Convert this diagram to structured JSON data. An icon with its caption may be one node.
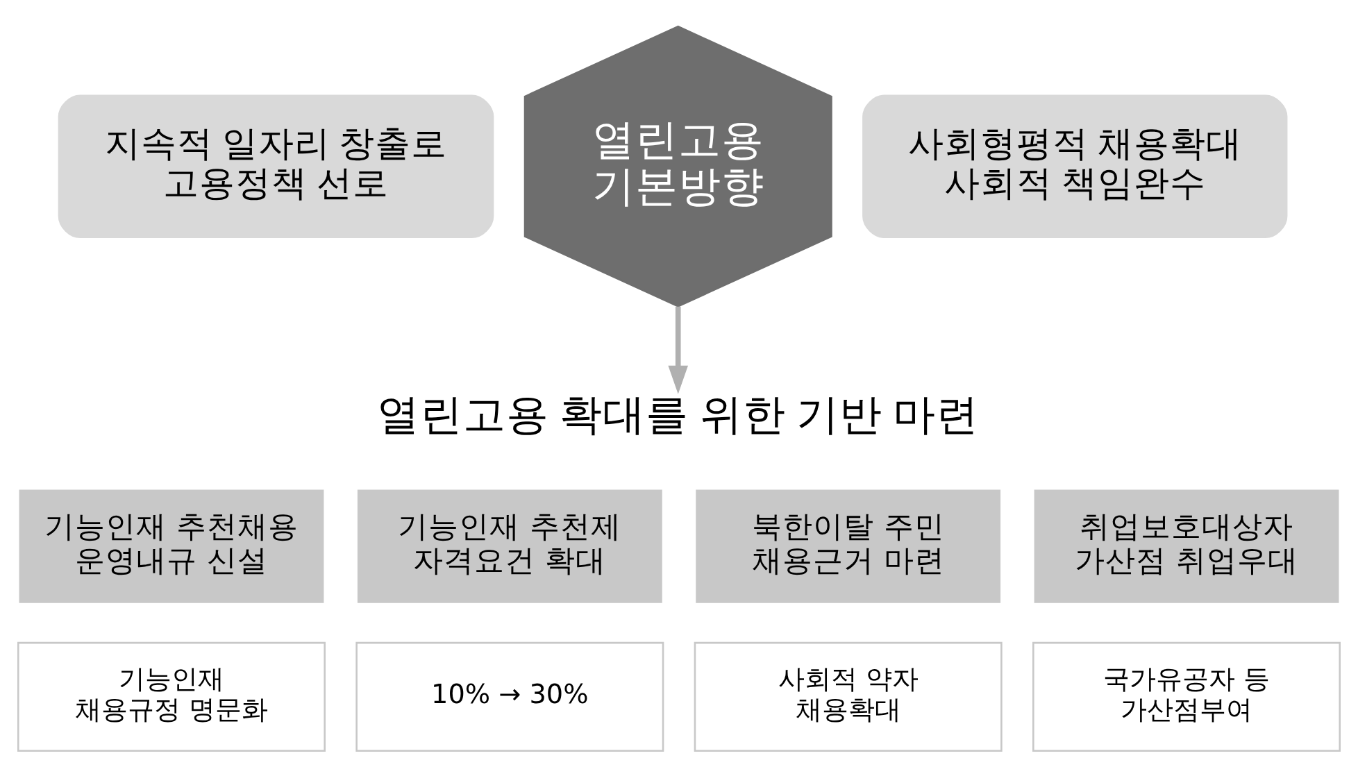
{
  "diagram": {
    "nodes": [
      {
        "text": [
          "지속적 일자리 창출로 고용정책 선로"
        ]
      },
      {
        "text": [
          "열린고용 기본방향"
        ]
      },
      {
        "text": [
          "사회형평적 채용확대 사회적 책임완수"
        ]
      },
      {
        "text": [
          "열린고용 확대를 위한 기반 마련"
        ]
      },
      {
        "text": [
          "기능인재 추천채용 운영내규 신설"
        ]
      },
      {
        "text": [
          "기능인재 채용규정 명문화"
        ]
      },
      {
        "text": [
          "기능인재 추천제 자격요건 확대"
        ]
      },
      {
        "text": [
          "10% → 30%"
        ]
      },
      {
        "text": [
          "북한이탈 주민 채용근거 마련"
        ]
      },
      {
        "text": [
          "사회적 약자 채용확대"
        ]
      },
      {
        "text": [
          "취업보호대상자 가산점 취업우대"
        ]
      },
      {
        "text": [
          "국가유공자 등 가산점부여"
        ]
      }
    ],
    "edges": [
      {
        "from": 1,
        "to": 3,
        "arrow": "to"
      }
    ]
  }
}
